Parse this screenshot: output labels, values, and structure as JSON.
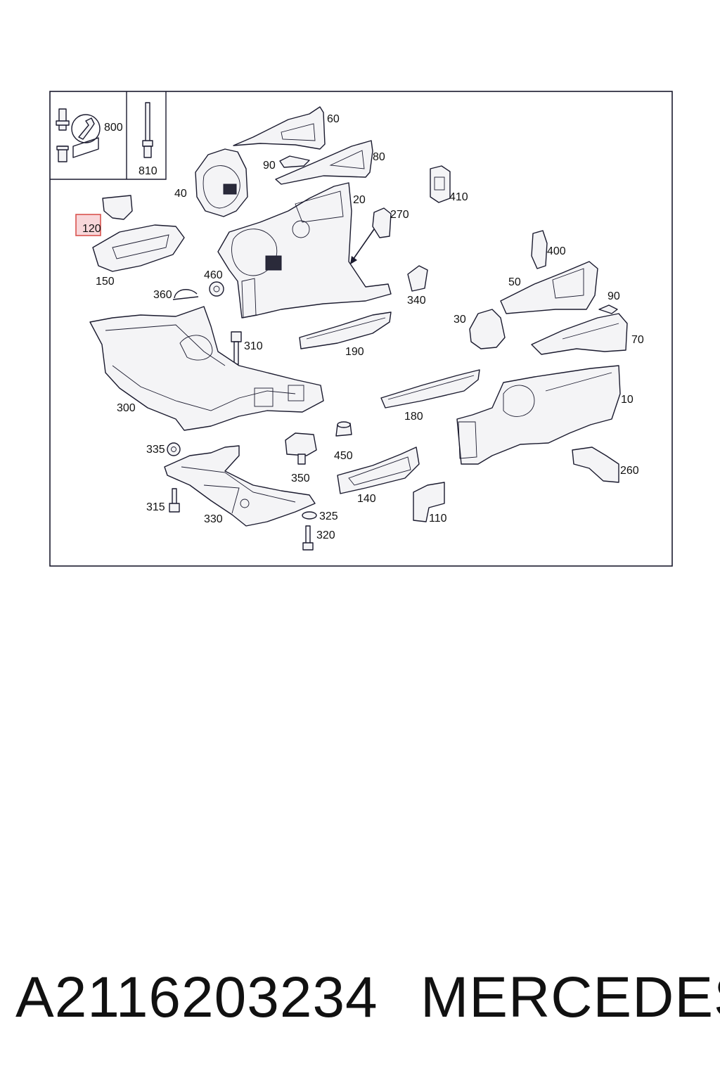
{
  "diagram": {
    "labels": {
      "p800": "800",
      "p810": "810",
      "p60": "60",
      "p90a": "90",
      "p80": "80",
      "p40": "40",
      "p410": "410",
      "p20": "20",
      "p270": "270",
      "p120": "120",
      "p150": "150",
      "p460": "460",
      "p360": "360",
      "p400": "400",
      "p50": "50",
      "p340": "340",
      "p90b": "90",
      "p30": "30",
      "p70": "70",
      "p310": "310",
      "p190": "190",
      "p300": "300",
      "p10": "10",
      "p180": "180",
      "p335": "335",
      "p450": "450",
      "p350": "350",
      "p260": "260",
      "p140": "140",
      "p315": "315",
      "p330": "330",
      "p325": "325",
      "p110": "110",
      "p320": "320"
    },
    "highlight": {
      "color": "#d9534f",
      "fill": "#f8d7da"
    }
  },
  "footer": {
    "part_number": "A2116203234",
    "brand": "MERCEDES"
  }
}
